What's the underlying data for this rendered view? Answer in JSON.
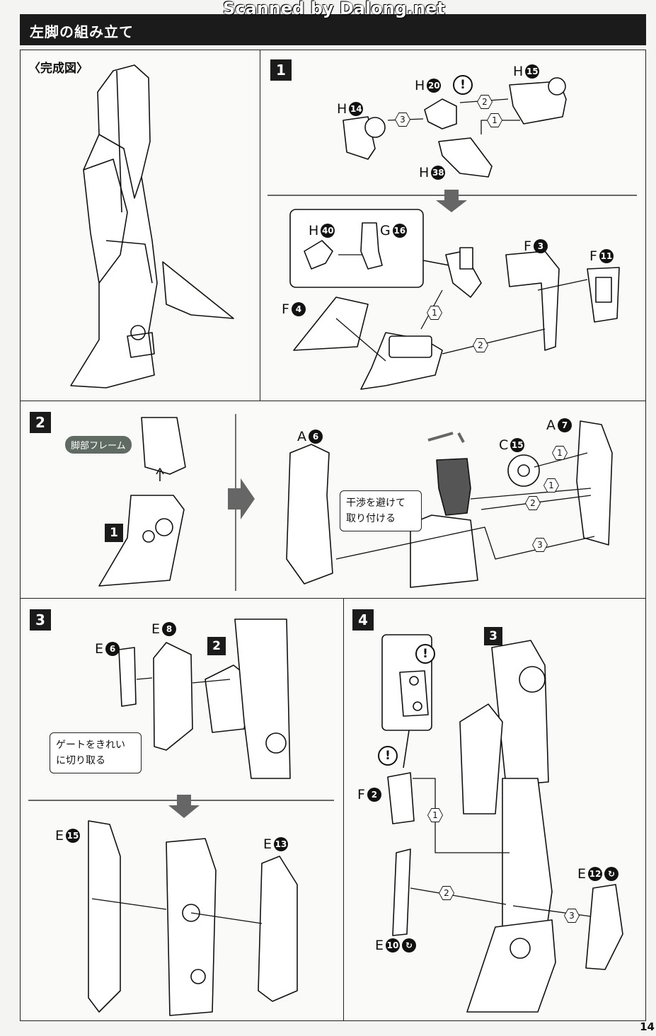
{
  "header": {
    "title": "左脚の組み立て",
    "watermark": "Scanned by Dalong.net"
  },
  "page_number": "14",
  "completed": {
    "label": "〈完成図〉"
  },
  "step1": {
    "badge": "1",
    "parts": {
      "h14": {
        "letter": "H",
        "num": "14"
      },
      "h20": {
        "letter": "H",
        "num": "20"
      },
      "h15": {
        "letter": "H",
        "num": "15"
      },
      "h38": {
        "letter": "H",
        "num": "38"
      },
      "h40": {
        "letter": "H",
        "num": "40"
      },
      "g16": {
        "letter": "G",
        "num": "16"
      },
      "f3": {
        "letter": "F",
        "num": "3"
      },
      "f11": {
        "letter": "F",
        "num": "11"
      },
      "f4": {
        "letter": "F",
        "num": "4"
      }
    },
    "warn": "!"
  },
  "step2": {
    "badge": "2",
    "pill": "脚部フレーム",
    "sub_badge": "1",
    "parts": {
      "a6": {
        "letter": "A",
        "num": "6"
      },
      "c15": {
        "letter": "C",
        "num": "15"
      },
      "a7": {
        "letter": "A",
        "num": "7"
      }
    },
    "note_line1": "干渉を避けて",
    "note_line2": "取り付ける"
  },
  "step3": {
    "badge": "3",
    "sub_badge": "2",
    "parts": {
      "e6": {
        "letter": "E",
        "num": "6"
      },
      "e8": {
        "letter": "E",
        "num": "8"
      },
      "e15": {
        "letter": "E",
        "num": "15"
      },
      "e13": {
        "letter": "E",
        "num": "13"
      }
    },
    "note_line1": "ゲートをきれい",
    "note_line2": "に切り取る"
  },
  "step4": {
    "badge": "4",
    "sub_badge": "3",
    "warn": "!",
    "parts": {
      "f2": {
        "letter": "F",
        "num": "2"
      },
      "e12": {
        "letter": "E",
        "num": "12"
      },
      "e10": {
        "letter": "E",
        "num": "10"
      }
    }
  },
  "order": {
    "n1": "1",
    "n2": "2",
    "n3": "3"
  }
}
